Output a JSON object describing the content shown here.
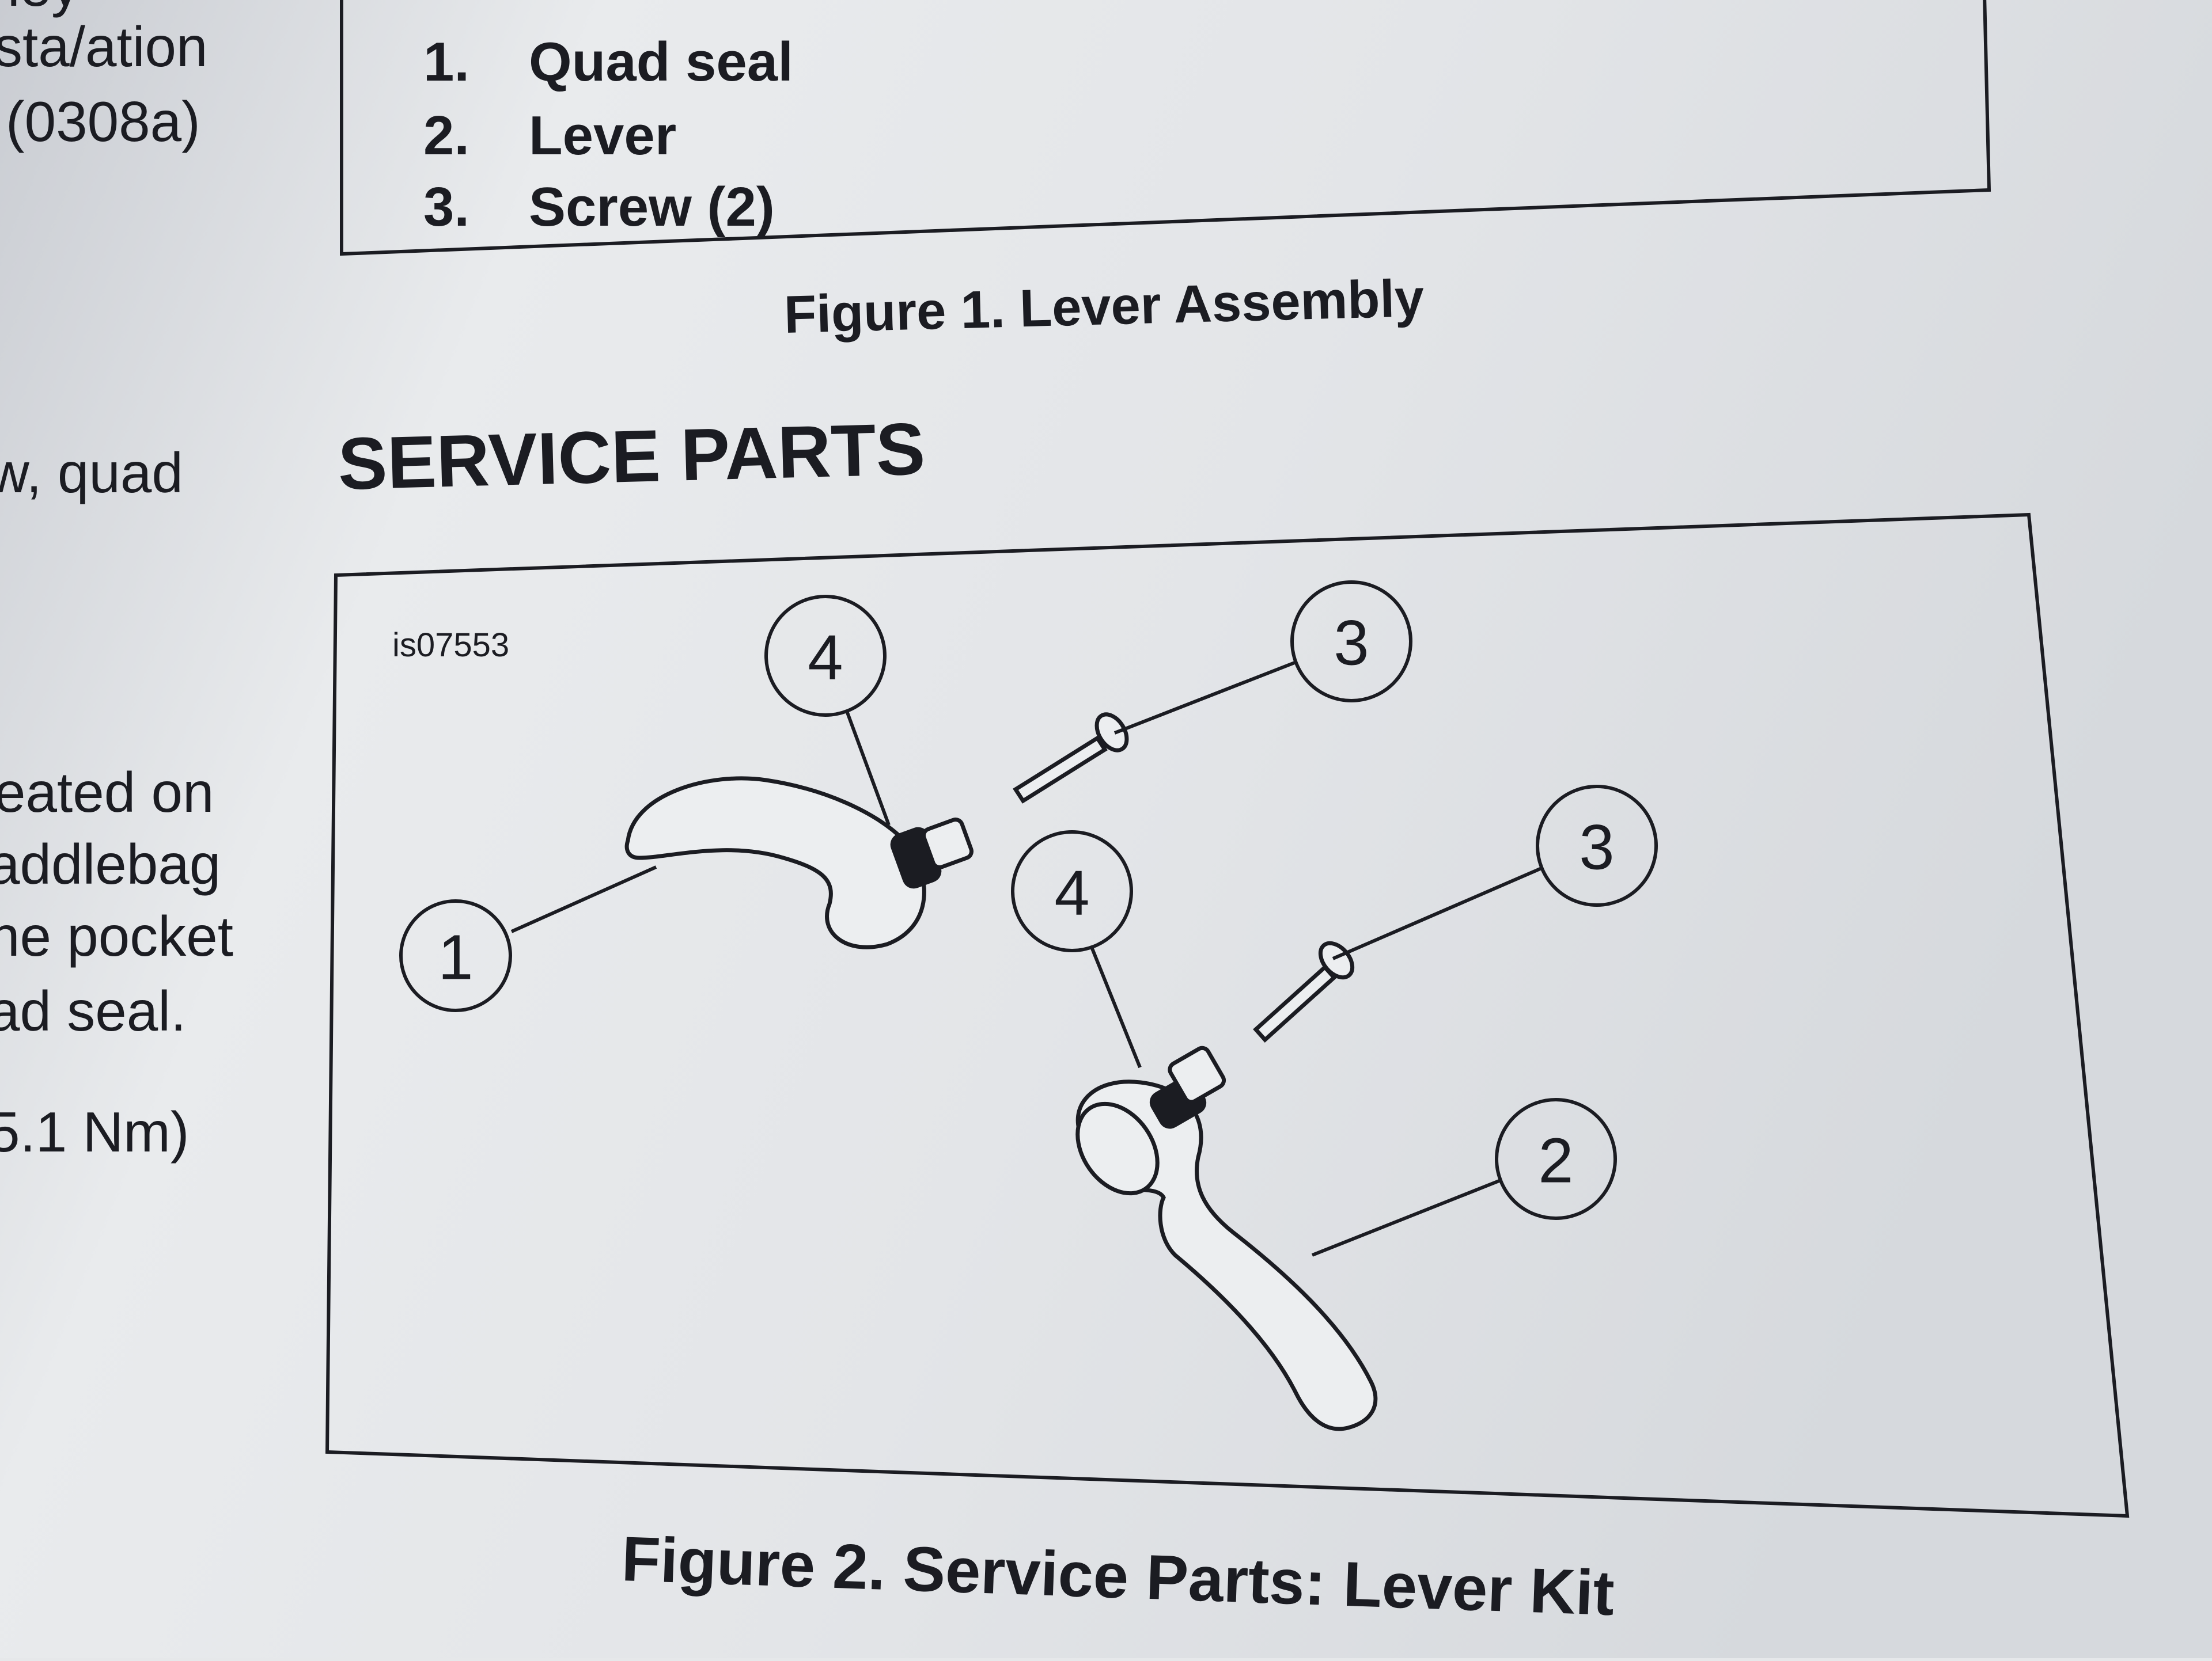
{
  "left_column": {
    "lines": [
      "ney",
      "sta/ation",
      "(0308a)",
      "w, quad",
      "eated  on",
      "addlebag",
      "ne pocket",
      "ad seal.",
      "5.1 Nm)"
    ]
  },
  "figure1": {
    "items": [
      {
        "num": "1.",
        "label": "Quad seal"
      },
      {
        "num": "2.",
        "label": "Lever"
      },
      {
        "num": "3.",
        "label": "Screw (2)"
      }
    ],
    "caption": "Figure 1. Lever Assembly"
  },
  "section_heading": "SERVICE PARTS",
  "figure2": {
    "code": "is07553",
    "callouts": [
      "4",
      "3",
      "3",
      "4",
      "1",
      "2"
    ],
    "caption": "Figure 2. Service Parts: Lever Kit"
  },
  "colors": {
    "paper": "#e6e8ea",
    "ink": "#1b1c22"
  }
}
